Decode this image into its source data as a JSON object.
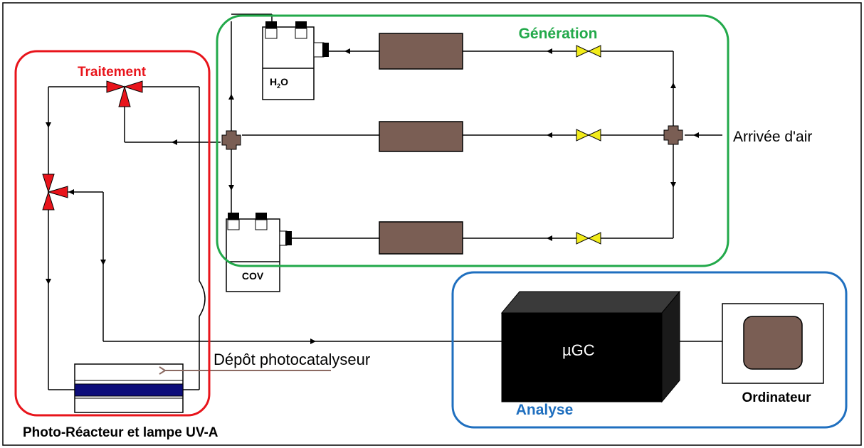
{
  "labels": {
    "generation": "Génération",
    "traitement": "Traitement",
    "analyse": "Analyse",
    "air_inlet": "Arrivée d'air",
    "photocatalyst": "Dépôt photocatalyseur",
    "reactor": "Photo-Réacteur et lampe UV-A",
    "computer": "Ordinateur",
    "ugc": "µGC",
    "h2o_main": "H",
    "h2o_sub": "2",
    "h2o_end": "O",
    "cov": "COV"
  },
  "colors": {
    "generation": "#22a94a",
    "traitement": "#e8141b",
    "analyse": "#1f6fbf",
    "mfc": "#7a5e54",
    "valve_yellow": "#f2ec1a",
    "valve_red": "#e8141b",
    "lamp": "#0d0d7a",
    "arrow_brown": "#8b6a62",
    "line": "#000000"
  }
}
